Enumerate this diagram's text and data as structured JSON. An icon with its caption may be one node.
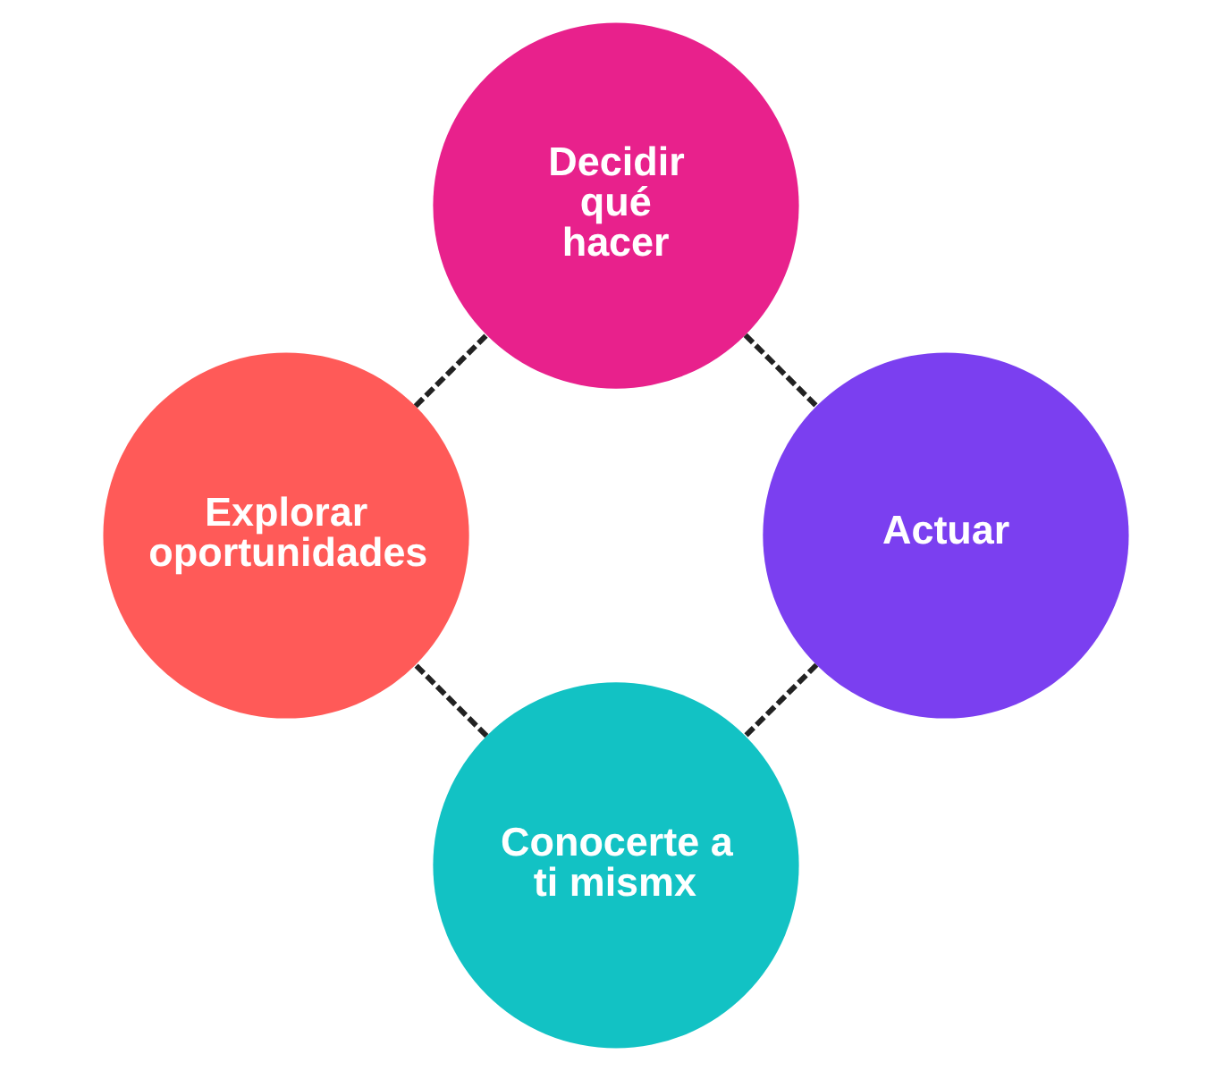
{
  "diagram": {
    "nodes": [
      {
        "text": [
          "Conocerte a ti mismx"
        ]
      },
      {
        "text": [
          "Explorar oportunidades"
        ]
      },
      {
        "text": [
          "Decidir qué hacer"
        ]
      },
      {
        "text": [
          "Actuar"
        ]
      }
    ],
    "edges": [
      {
        "from": 0,
        "to": 1,
        "arrow": "none",
        "style": "dashed"
      },
      {
        "from": 1,
        "to": 2,
        "arrow": "none",
        "style": "dashed"
      },
      {
        "from": 2,
        "to": 3,
        "arrow": "none",
        "style": "dashed"
      },
      {
        "from": 3,
        "to": 0,
        "arrow": "none",
        "style": "dashed"
      }
    ]
  }
}
